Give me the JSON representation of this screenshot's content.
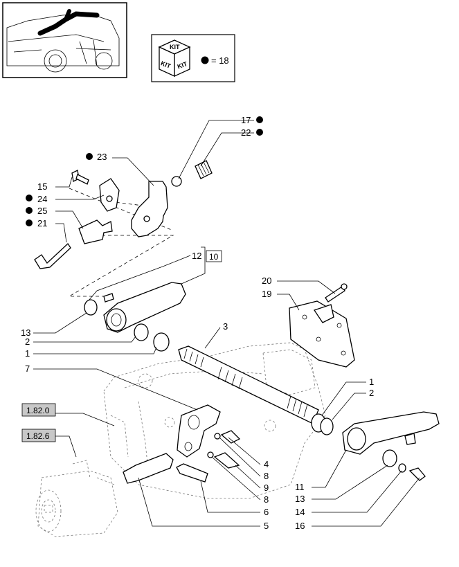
{
  "kit_box": {
    "kit_word": "KIT",
    "legend": "= 18"
  },
  "ref_labels": {
    "ref_1820": "1.82.0",
    "ref_1826": "1.82.6",
    "ref_10": "10"
  },
  "callouts": {
    "c17": "17",
    "c22": "22",
    "c23": "23",
    "c15": "15",
    "c24": "24",
    "c25": "25",
    "c21": "21",
    "c12": "12",
    "c20": "20",
    "c19": "19",
    "c13a": "13",
    "c2a": "2",
    "c1a": "1",
    "c3": "3",
    "c7": "7",
    "c1b": "1",
    "c2b": "2",
    "c4": "4",
    "c8a": "8",
    "c9": "9",
    "c8b": "8",
    "c6": "6",
    "c5": "5",
    "c11": "11",
    "c13b": "13",
    "c14": "14",
    "c16": "16"
  },
  "colors": {
    "ink": "#000000",
    "ref_fill": "#c8c8c8"
  }
}
